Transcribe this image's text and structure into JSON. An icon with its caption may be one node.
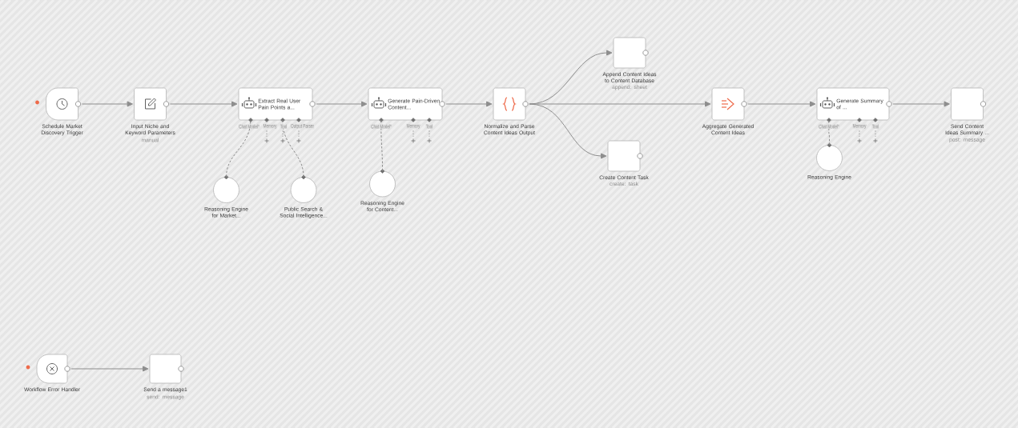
{
  "diagram": {
    "nodes": [
      {
        "text": [
          "Schedule Market Discovery Trigger"
        ]
      },
      {
        "text": [
          "Input Niche and Keyword Parameters",
          "manual"
        ]
      },
      {
        "text": [
          "Extract Real User Pain Points a..."
        ],
        "beside": [
          "Chat Model*",
          "Memory",
          "Tool",
          "Output Parser"
        ]
      },
      {
        "text": [
          "Generate Pain-Driven Content..."
        ],
        "beside": [
          "Chat Model*",
          "Memory",
          "Tool"
        ]
      },
      {
        "text": [
          "Normalize and Parse Content Ideas Output"
        ]
      },
      {
        "text": [
          "Append Content Ideas to Content Database",
          "append: sheet"
        ]
      },
      {
        "text": [
          "Create Content Task",
          "create: task"
        ]
      },
      {
        "text": [
          "Aggregate Generated Content Ideas"
        ]
      },
      {
        "text": [
          "Generate Summary of ..."
        ],
        "beside": [
          "Chat Model*",
          "Memory",
          "Tool"
        ]
      },
      {
        "text": [
          "Send Content Ideas Summary ...",
          "post: message"
        ]
      },
      {
        "text": [
          "Reasoning Engine for Market..."
        ]
      },
      {
        "text": [
          "Public Search & Social Intelligence..."
        ]
      },
      {
        "text": [
          "Reasoning Engine for Content..."
        ]
      },
      {
        "text": [
          "Reasoning Engine"
        ]
      },
      {
        "text": [
          "Workflow Error Handler"
        ]
      },
      {
        "text": [
          "Send a message1",
          "send: message"
        ]
      }
    ],
    "edges": [
      {
        "from": 0,
        "to": 1,
        "arrow": "to"
      },
      {
        "from": 1,
        "to": 2,
        "arrow": "to"
      },
      {
        "from": 2,
        "to": 3,
        "arrow": "to"
      },
      {
        "from": 3,
        "to": 4,
        "arrow": "to"
      },
      {
        "from": 4,
        "to": 5,
        "arrow": "to"
      },
      {
        "from": 4,
        "to": 7,
        "arrow": "to"
      },
      {
        "from": 4,
        "to": 6,
        "arrow": "to"
      },
      {
        "from": 7,
        "to": 8,
        "arrow": "to"
      },
      {
        "from": 8,
        "to": 9,
        "arrow": "to"
      },
      {
        "from": 10,
        "to": 2,
        "arrow": "none",
        "style": "dashed"
      },
      {
        "from": 11,
        "to": 2,
        "arrow": "none",
        "style": "dashed"
      },
      {
        "from": 12,
        "to": 3,
        "arrow": "none",
        "style": "dashed"
      },
      {
        "from": 13,
        "to": 8,
        "arrow": "none",
        "style": "dashed"
      },
      {
        "from": 14,
        "to": 15,
        "arrow": "to"
      }
    ]
  }
}
